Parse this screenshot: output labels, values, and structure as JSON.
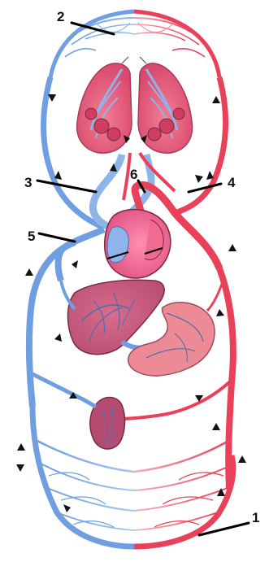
{
  "labels": {
    "l1": "1",
    "l2": "2",
    "l3": "3",
    "l4": "4",
    "l5": "5",
    "l6": "6"
  },
  "colors": {
    "venous": "#6f9fe0",
    "arterial": "#e9415a",
    "organ": "#c2557a",
    "organ_light": "#f07a90",
    "leader": "#000000"
  }
}
